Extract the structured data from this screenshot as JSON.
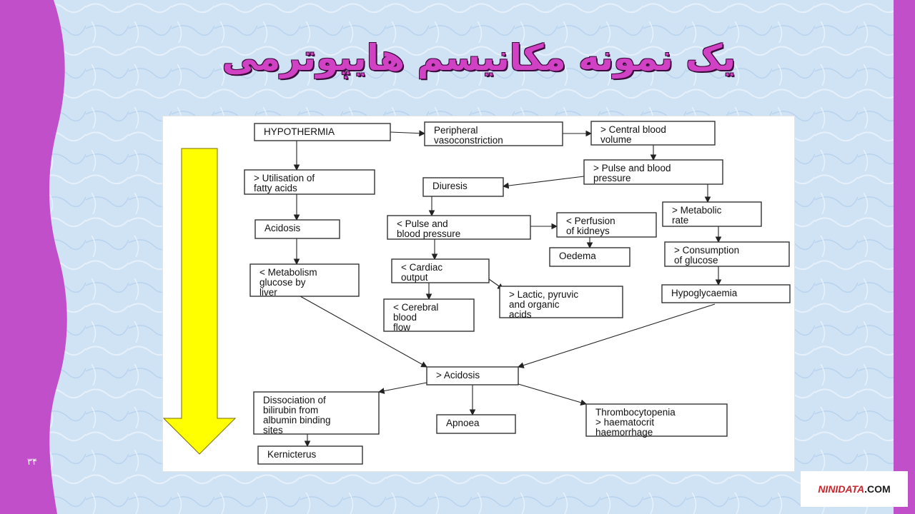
{
  "slide": {
    "title": "یک نمونه مکانیسم هایپوترمی",
    "page_number": "۳۴"
  },
  "diagram": {
    "nodes": [
      {
        "id": "hypothermia",
        "lines": [
          "HYPOTHERMIA"
        ]
      },
      {
        "id": "peripheral",
        "lines": [
          "Peripheral",
          "vasoconstriction"
        ]
      },
      {
        "id": "central",
        "lines": [
          "> Central blood",
          "volume"
        ]
      },
      {
        "id": "pulse_bp_up",
        "lines": [
          "> Pulse and blood",
          "pressure"
        ]
      },
      {
        "id": "utilisation",
        "lines": [
          "> Utilisation of",
          "fatty acids"
        ]
      },
      {
        "id": "diuresis",
        "lines": [
          "Diuresis"
        ]
      },
      {
        "id": "metabolic",
        "lines": [
          "> Metabolic",
          "rate"
        ]
      },
      {
        "id": "acidosis1",
        "lines": [
          "Acidosis"
        ]
      },
      {
        "id": "pulse_bp_down",
        "lines": [
          "< Pulse and",
          "blood pressure"
        ]
      },
      {
        "id": "perfusion",
        "lines": [
          "< Perfusion",
          "of kidneys"
        ]
      },
      {
        "id": "consumption",
        "lines": [
          "> Consumption",
          "of glucose"
        ]
      },
      {
        "id": "oedema",
        "lines": [
          "Oedema"
        ]
      },
      {
        "id": "metab_glucose",
        "lines": [
          "< Metabolism",
          "glucose by",
          "liver"
        ]
      },
      {
        "id": "cardiac",
        "lines": [
          "< Cardiac",
          "output"
        ]
      },
      {
        "id": "hypoglycaemia",
        "lines": [
          "Hypoglycaemia"
        ]
      },
      {
        "id": "lactic",
        "lines": [
          "> Lactic, pyruvic",
          "and organic",
          "acids"
        ]
      },
      {
        "id": "cerebral",
        "lines": [
          "< Cerebral",
          "blood",
          "flow"
        ]
      },
      {
        "id": "acidosis2",
        "lines": [
          "> Acidosis"
        ]
      },
      {
        "id": "dissociation",
        "lines": [
          "Dissociation of",
          "bilirubin from",
          "albumin binding",
          "sites"
        ]
      },
      {
        "id": "apnoea",
        "lines": [
          "Apnoea"
        ]
      },
      {
        "id": "thrombo",
        "lines": [
          "Thrombocytopenia",
          "> haematocrit",
          "haemorrhage"
        ]
      },
      {
        "id": "kernicterus",
        "lines": [
          "Kernicterus"
        ]
      }
    ],
    "edges": [
      [
        "hypothermia",
        "peripheral"
      ],
      [
        "peripheral",
        "central"
      ],
      [
        "central",
        "pulse_bp_up"
      ],
      [
        "hypothermia",
        "utilisation"
      ],
      [
        "pulse_bp_up",
        "diuresis"
      ],
      [
        "pulse_bp_up",
        "metabolic"
      ],
      [
        "utilisation",
        "acidosis1"
      ],
      [
        "diuresis",
        "pulse_bp_down"
      ],
      [
        "pulse_bp_down",
        "perfusion"
      ],
      [
        "metabolic",
        "consumption"
      ],
      [
        "perfusion",
        "oedema"
      ],
      [
        "acidosis1",
        "metab_glucose"
      ],
      [
        "pulse_bp_down",
        "cardiac"
      ],
      [
        "consumption",
        "hypoglycaemia"
      ],
      [
        "cardiac",
        "lactic"
      ],
      [
        "cardiac",
        "cerebral"
      ],
      [
        "metab_glucose",
        "acidosis2"
      ],
      [
        "hypoglycaemia",
        "acidosis2"
      ],
      [
        "acidosis2",
        "dissociation"
      ],
      [
        "acidosis2",
        "apnoea"
      ],
      [
        "acidosis2",
        "thrombo"
      ],
      [
        "dissociation",
        "kernicterus"
      ]
    ]
  },
  "arrow_color": "#ffff00",
  "background_color": "#cfe3f5",
  "border_color": "#c14fc9",
  "watermark": {
    "part_a": "NINIDATA",
    "part_b": ".COM"
  }
}
